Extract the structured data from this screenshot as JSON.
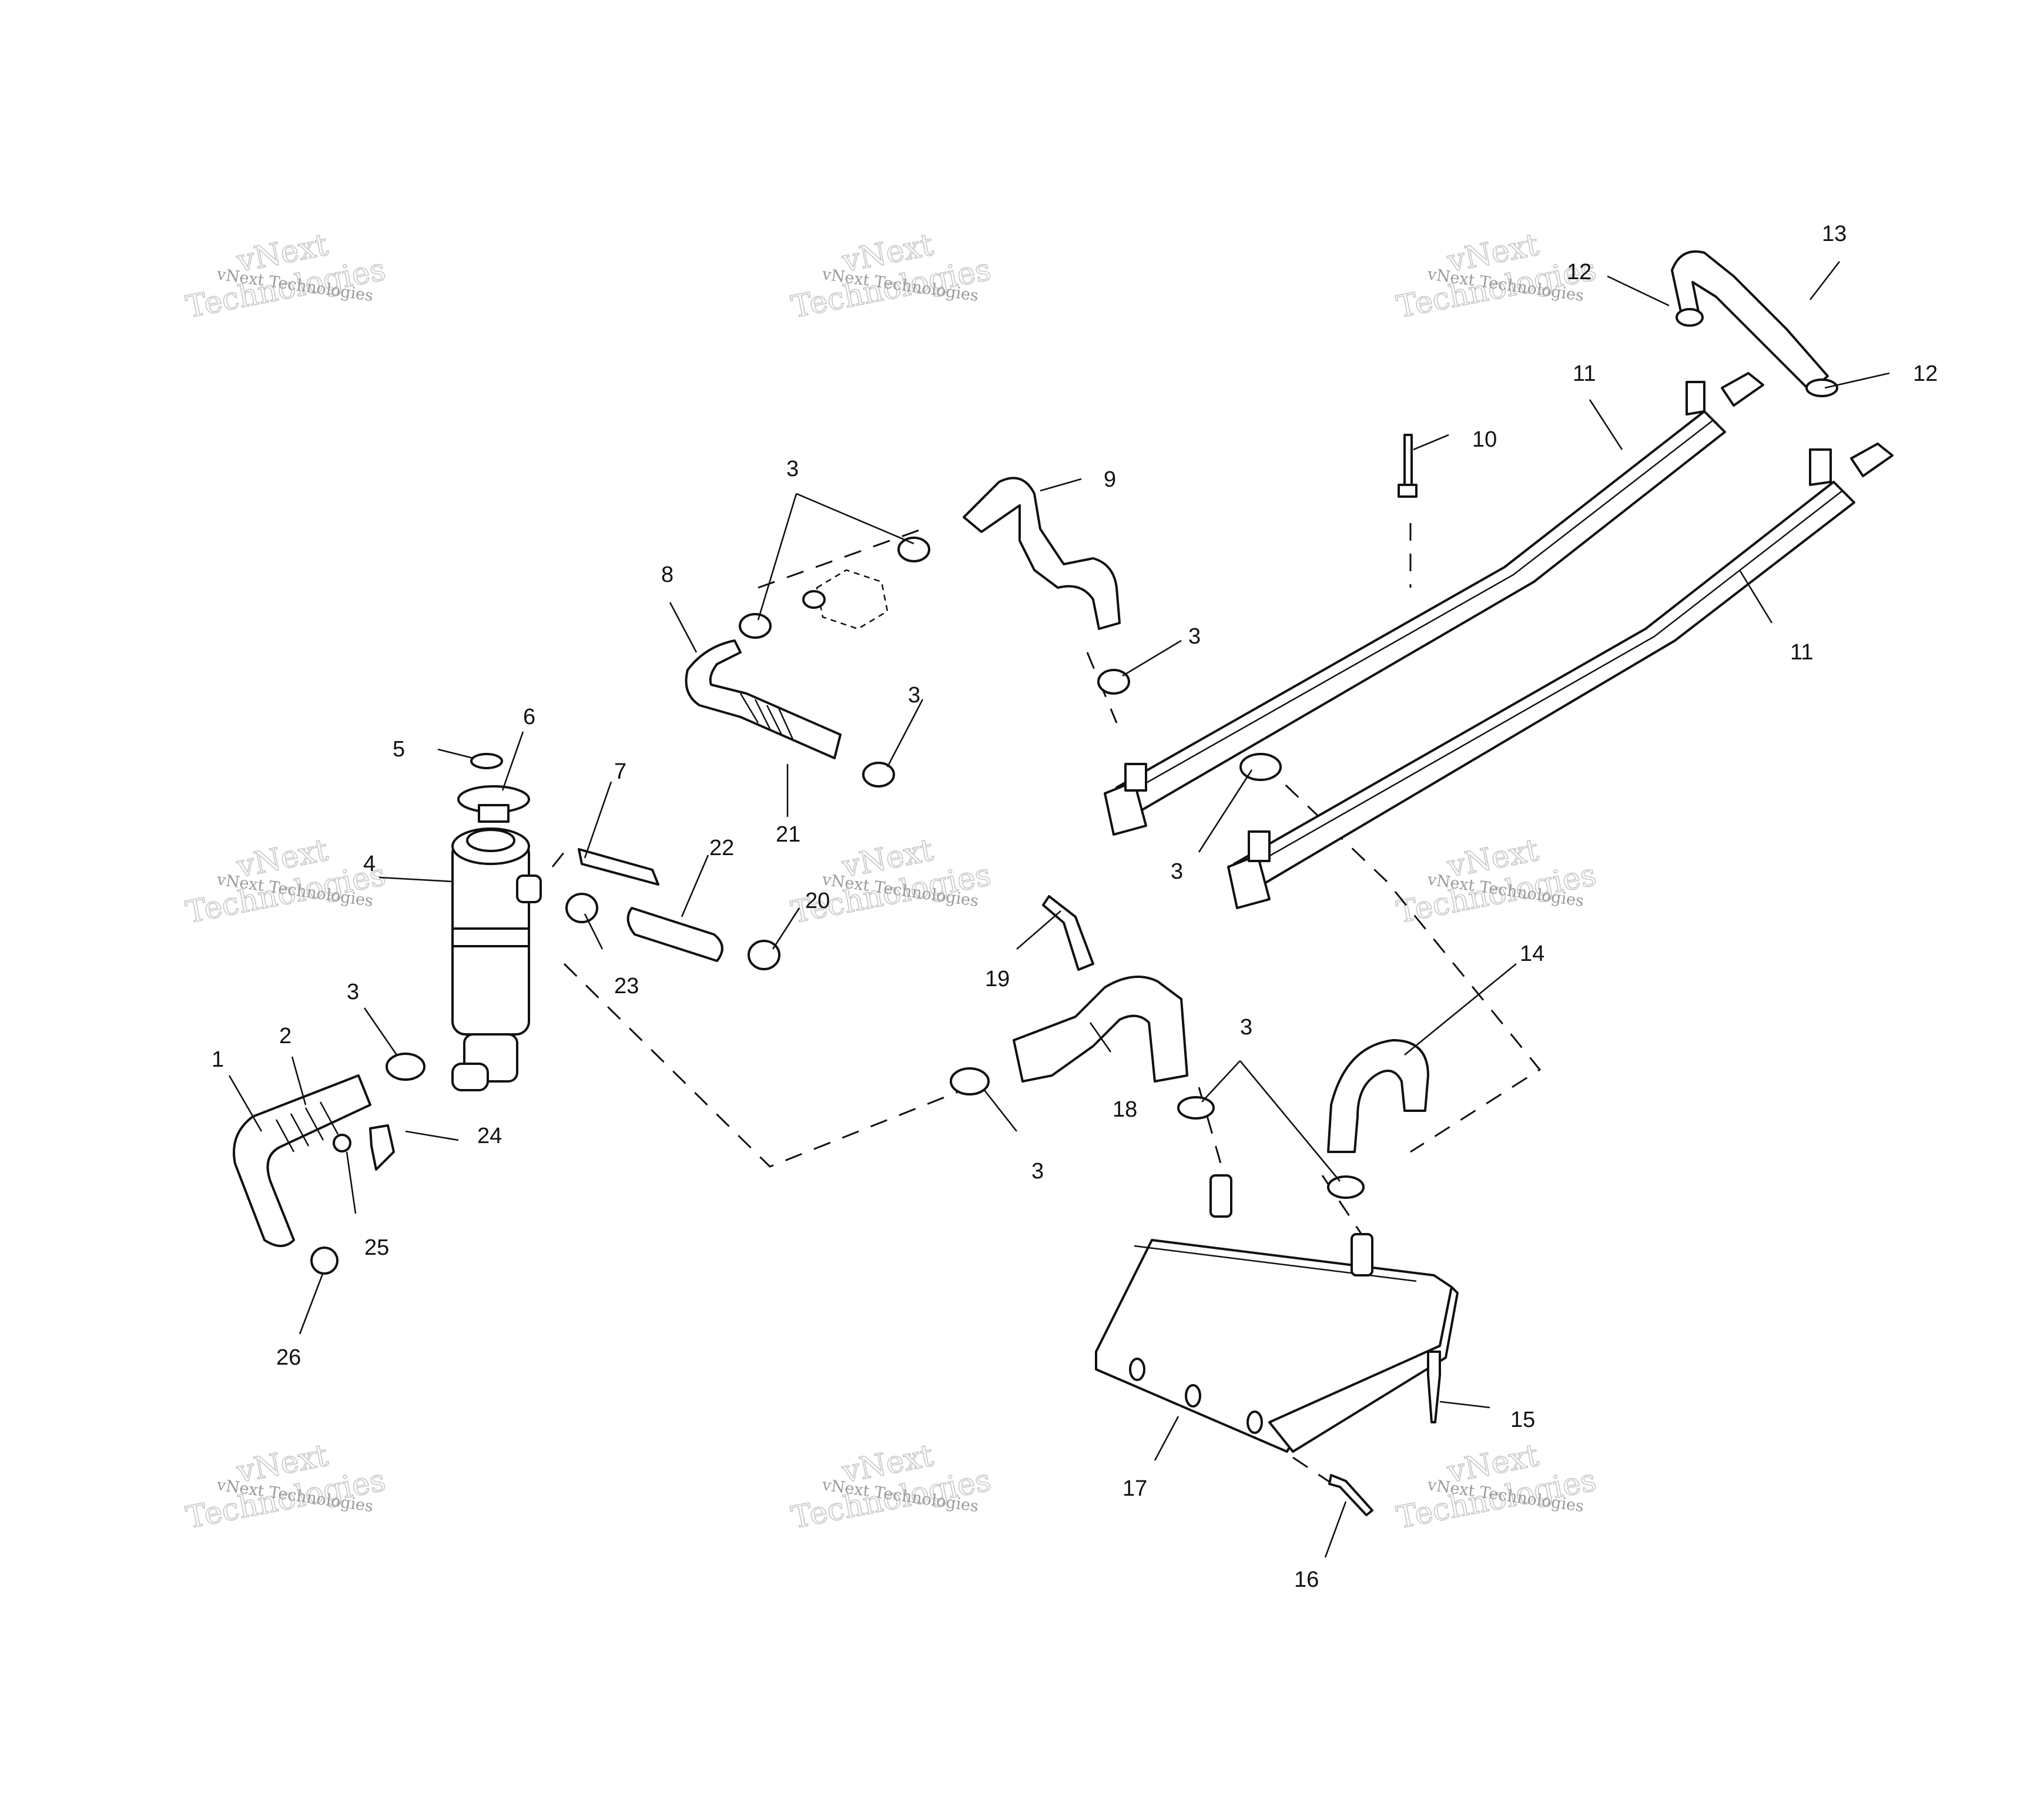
{
  "watermark": {
    "small_text": "vNext Technologies",
    "big_line1": "vNext",
    "big_line2": "Technologies"
  },
  "callouts": {
    "c1": "1",
    "c2": "2",
    "c3a": "3",
    "c3b": "3",
    "c3c": "3",
    "c3d": "3",
    "c3e": "3",
    "c3f": "3",
    "c3g": "3",
    "c4": "4",
    "c5": "5",
    "c6": "6",
    "c7": "7",
    "c8": "8",
    "c9": "9",
    "c10": "10",
    "c11a": "11",
    "c11b": "11",
    "c12a": "12",
    "c12b": "12",
    "c13": "13",
    "c14": "14",
    "c15": "15",
    "c16": "16",
    "c17": "17",
    "c18": "18",
    "c19": "19",
    "c20": "20",
    "c21": "21",
    "c22": "22",
    "c23": "23",
    "c24": "24",
    "c25": "25",
    "c26": "26"
  }
}
